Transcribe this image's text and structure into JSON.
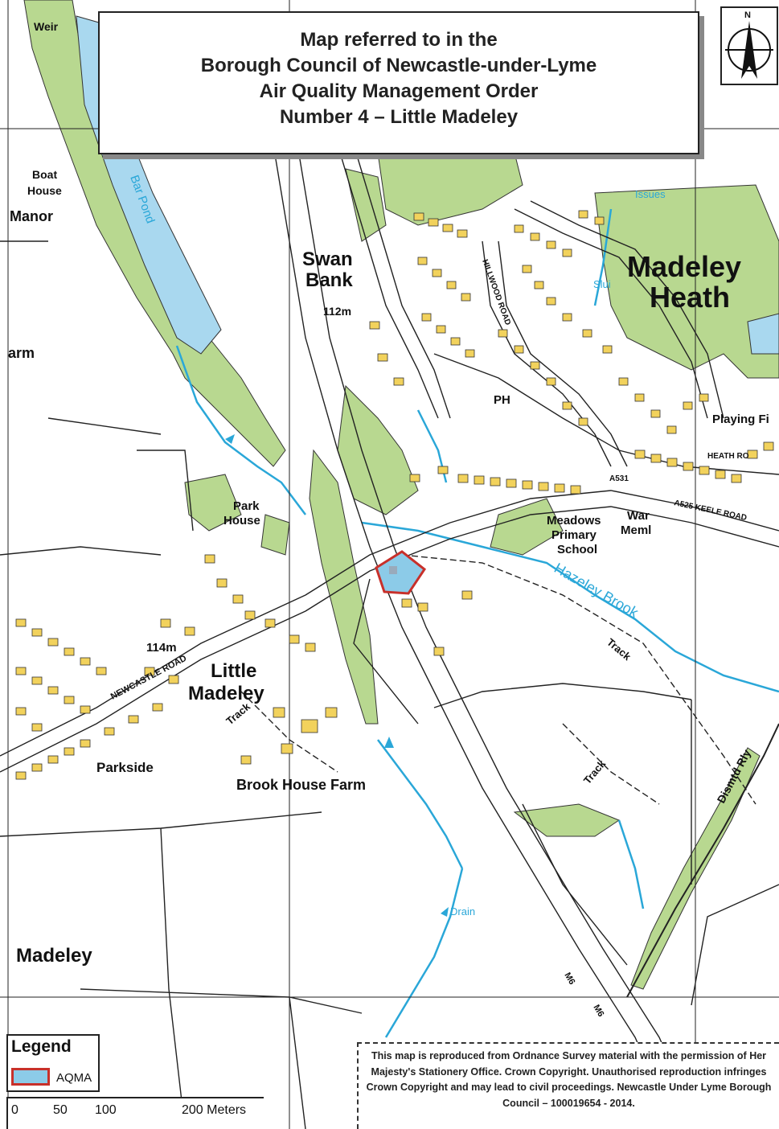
{
  "title": {
    "lines": [
      "Map referred to in the",
      "Borough Council of Newcastle-under-Lyme",
      "Air Quality Management Order",
      "Number 4 – Little Madeley"
    ]
  },
  "north_arrow": {
    "label": "N",
    "icon": "north-arrow-icon"
  },
  "place_labels": {
    "weir": "Weir",
    "boat": "Boat",
    "house": "House",
    "manor": "Manor",
    "arm": "arm",
    "swan": "Swan",
    "bank": "Bank",
    "spot_112": "112m",
    "madeley_heath_1": "Madeley",
    "madeley_heath_2": "Heath",
    "playing_field": "Playing Fi",
    "ph": "PH",
    "park": "Park",
    "park_house": "House",
    "meadows": "Meadows",
    "primary": "Primary",
    "school": "School",
    "war": "War",
    "meml": "Meml",
    "spot_114": "114m",
    "little": "Little",
    "little_madeley": "Madeley",
    "parkside": "Parkside",
    "brook_house_farm": "Brook House Farm",
    "track_1": "Track",
    "track_2": "Track",
    "track_3": "Track",
    "dismtd_rly": "Dismtd Rly",
    "madeley": "Madeley",
    "newcastle_road": "NEWCASTLE ROAD",
    "heath_road": "HEATH RO",
    "keele_road": "A525 KEELE ROAD",
    "hillwood_road": "HILLWOOD ROAD",
    "a531": "A531",
    "m6_1": "M6",
    "m6_2": "M6"
  },
  "water_labels": {
    "pond": "Bar Pond",
    "issues": "Issues",
    "sluice": "Slui",
    "hazeley_brook": "Hazeley Brook",
    "drain": "Drain"
  },
  "legend": {
    "title": "Legend",
    "item_label": "AQMA",
    "item_fill": "#8ccbe8",
    "item_border": "#c8302a"
  },
  "scale_bar": {
    "ticks": [
      "0",
      "50",
      "100",
      "200 Meters"
    ]
  },
  "copyright": {
    "text": "This map is reproduced from Ordnance Survey material with the permission of Her Majesty's Stationery Office. Crown Copyright. Unauthorised reproduction infringes Crown Copyright and may lead to civil proceedings. Newcastle Under Lyme Borough Council – 100019654 - 2014."
  },
  "colors": {
    "woodland": "#b8d890",
    "water": "#a9d8ef",
    "stream": "#2aa7d8",
    "building": "#f2d25c",
    "aqma_fill": "#8ccbe8",
    "aqma_border": "#c8302a"
  }
}
